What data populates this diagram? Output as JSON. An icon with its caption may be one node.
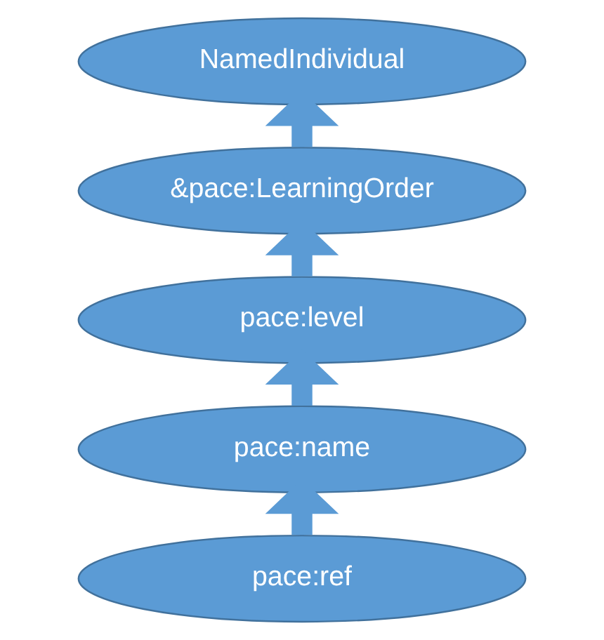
{
  "diagram": {
    "nodes": [
      {
        "text": [
          "NamedIndividual"
        ]
      },
      {
        "text": [
          "&pace:LearningOrder"
        ]
      },
      {
        "text": [
          "pace:level"
        ]
      },
      {
        "text": [
          "pace:name"
        ]
      },
      {
        "text": [
          "pace:ref"
        ]
      }
    ],
    "edges": [
      {
        "from": 1,
        "to": 0,
        "arrow": "to"
      },
      {
        "from": 2,
        "to": 1,
        "arrow": "to"
      },
      {
        "from": 3,
        "to": 2,
        "arrow": "to"
      },
      {
        "from": 4,
        "to": 3,
        "arrow": "to"
      }
    ]
  }
}
